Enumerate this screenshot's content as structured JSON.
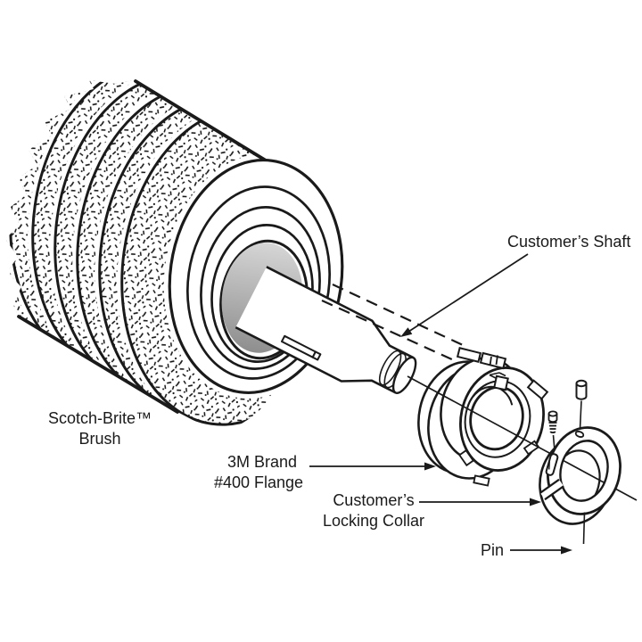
{
  "figure": {
    "type": "exploded-assembly-line-drawing",
    "background_color": "#ffffff",
    "line_color": "#1a1a1a",
    "bore_shading": {
      "light": "#d6d6d6",
      "dark": "#8e8e8e"
    },
    "labels": {
      "shaft": "Customer’s Shaft",
      "brush_line1": "Scotch-Brite™",
      "brush_line2": "Brush",
      "flange_line1": "3M Brand",
      "flange_line2": "#400 Flange",
      "collar_line1": "Customer’s",
      "collar_line2": "Locking Collar",
      "pin": "Pin"
    }
  }
}
